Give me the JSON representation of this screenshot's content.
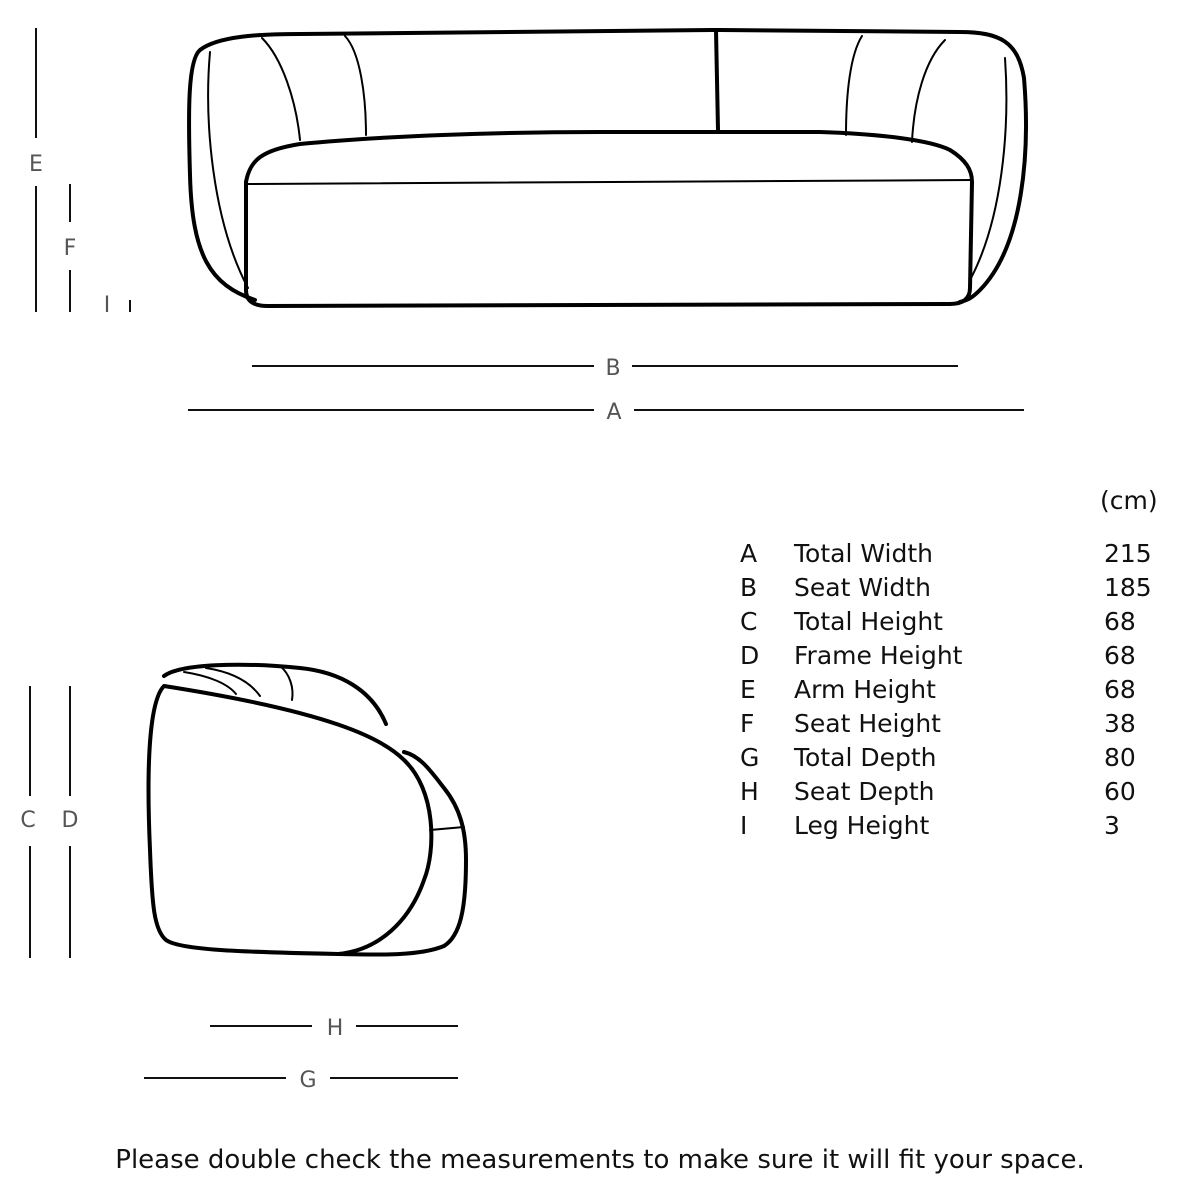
{
  "front_view": {
    "labels": {
      "B": "B",
      "A": "A",
      "E": "E",
      "F": "F",
      "I": "I"
    }
  },
  "side_view": {
    "labels": {
      "C": "C",
      "D": "D",
      "H": "H",
      "G": "G"
    }
  },
  "table": {
    "unit": "(cm)",
    "rows": [
      {
        "key": "A",
        "name": "Total Width",
        "value": "215"
      },
      {
        "key": "B",
        "name": "Seat Width",
        "value": "185"
      },
      {
        "key": "C",
        "name": "Total Height",
        "value": "68"
      },
      {
        "key": "D",
        "name": "Frame Height",
        "value": "68"
      },
      {
        "key": "E",
        "name": "Arm Height",
        "value": "68"
      },
      {
        "key": "F",
        "name": "Seat Height",
        "value": "38"
      },
      {
        "key": "G",
        "name": "Total Depth",
        "value": "80"
      },
      {
        "key": "H",
        "name": "Seat Depth",
        "value": "60"
      },
      {
        "key": "I",
        "name": "Leg Height",
        "value": "3"
      }
    ]
  },
  "footer_note": "Please double check the measurements to make sure it will fit your space."
}
